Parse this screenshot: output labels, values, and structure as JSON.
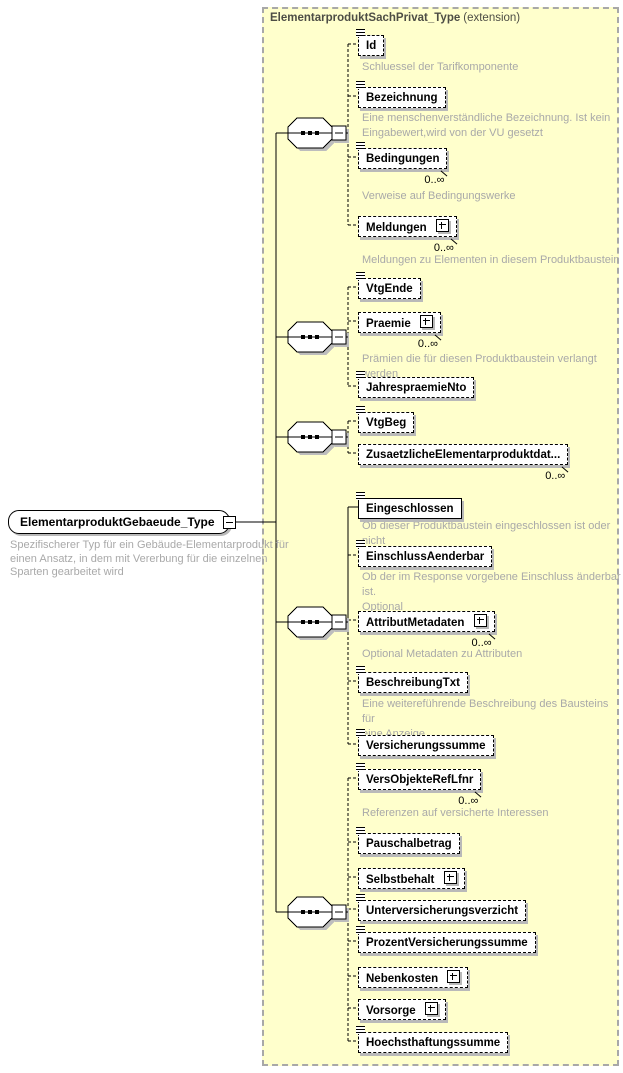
{
  "extension": {
    "title": "ElementarproduktSachPrivat_Type",
    "suffix": "(extension)"
  },
  "root": {
    "name": "ElementarproduktGebaeude_Type",
    "description": "Spezifischerer Typ für ein Gebäude-Elementarprodukt für\neinen Ansatz, in dem mit Vererbung für die einzelnen\nSparten gearbeitet wird"
  },
  "elements": [
    {
      "name": "Id",
      "description": "Schluessel der Tarifkomponente"
    },
    {
      "name": "Bezeichnung",
      "description": "Eine menschenverständliche Bezeichnung. Ist kein\nEingabewert,wird von der VU gesetzt"
    },
    {
      "name": "Bedingungen",
      "occurs": "0..∞",
      "description": "Verweise auf Bedingungswerke"
    },
    {
      "name": "Meldungen",
      "occurs": "0..∞",
      "description": "Meldungen zu Elementen in diesem Produktbaustein"
    },
    {
      "name": "VtgEnde"
    },
    {
      "name": "Praemie",
      "occurs": "0..∞",
      "description": "Prämien die für diesen Produktbaustein verlangt werden"
    },
    {
      "name": "JahrespraemieNto"
    },
    {
      "name": "VtgBeg"
    },
    {
      "name": "ZusaetzlicheElementarproduktdat...",
      "occurs": "0..∞"
    },
    {
      "name": "Eingeschlossen",
      "description": "Ob dieser Produktbaustein eingeschlossen ist oder nicht"
    },
    {
      "name": "EinschlussAenderbar",
      "description": "Ob der im Response vorgebene Einschluss änderbar ist.\nOptional"
    },
    {
      "name": "AttributMetadaten",
      "occurs": "0..∞",
      "description": "Optional Metadaten zu Attributen"
    },
    {
      "name": "BeschreibungTxt",
      "description": "Eine weitereführende Beschreibung des Bausteins für\neine Anzeige."
    },
    {
      "name": "Versicherungssumme"
    },
    {
      "name": "VersObjekteRefLfnr",
      "occurs": "0..∞",
      "description": "Referenzen auf versicherte Interessen"
    },
    {
      "name": "Pauschalbetrag"
    },
    {
      "name": "Selbstbehalt"
    },
    {
      "name": "Unterversicherungsverzicht"
    },
    {
      "name": "ProzentVersicherungssumme"
    },
    {
      "name": "Nebenkosten"
    },
    {
      "name": "Vorsorge"
    },
    {
      "name": "Hoechsthaftungssumme"
    }
  ],
  "colors": {
    "container_bg": "#ffffcc",
    "container_border": "#a8a8a8",
    "box_shadow": "#b9b9b9",
    "annotation_text": "#a9a9a9",
    "line": "#000000"
  }
}
